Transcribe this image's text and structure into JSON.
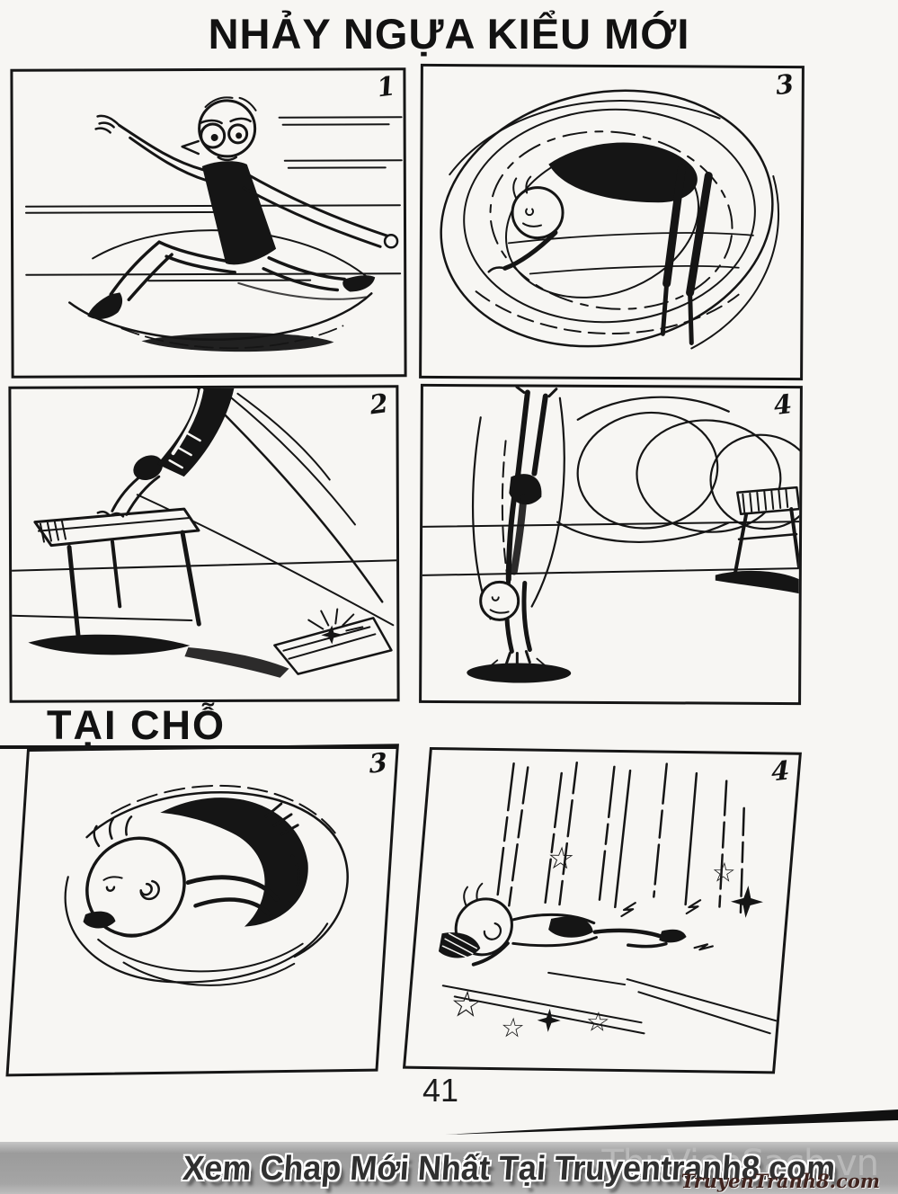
{
  "page": {
    "title": "NHẢY NGỰA KIỂU MỚI",
    "section_heading": "TẠI CHỖ",
    "page_number": "41"
  },
  "panels": [
    {
      "number": "1"
    },
    {
      "number": "3"
    },
    {
      "number": "2"
    },
    {
      "number": "4"
    },
    {
      "number": "3"
    },
    {
      "number": "4"
    }
  ],
  "footer": {
    "banner_text": "Xem Chap Mới Nhất Tại Truyentranh8.com",
    "watermark_primary": "ThuVienSach.vn",
    "watermark_secondary": "TruyenTranh8.com"
  },
  "colors": {
    "ink": "#151515",
    "paper": "#f7f6f3",
    "footer_strip": "#a0a0a0",
    "banner_text": "#303030",
    "watermark_primary": "#b9b9b9",
    "watermark_secondary": "#40241f"
  }
}
